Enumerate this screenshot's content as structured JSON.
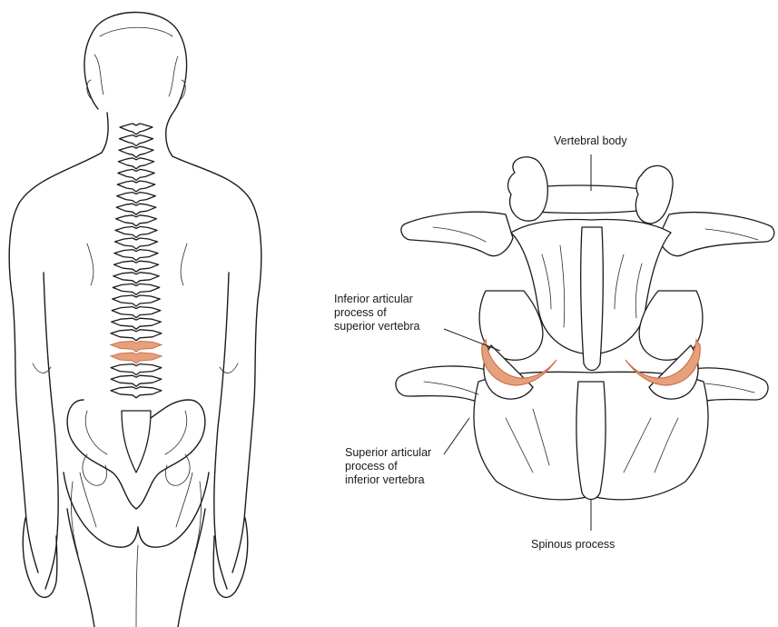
{
  "colors": {
    "highlight": "#e7a07c",
    "highlight_stroke": "#c9724c",
    "ink": "#1b1b1b",
    "background": "#ffffff"
  },
  "labels": {
    "vertebral_body": "Vertebral body",
    "inferior_process": [
      "Inferior articular",
      "process of",
      "superior vertebra"
    ],
    "superior_process": [
      "Superior articular",
      "process of",
      "inferior vertebra"
    ],
    "spinous_process": "Spinous process"
  },
  "figures": {
    "body_figure": "back-view-figure-with-spine",
    "joint_figure": "facet-joint-close-up"
  }
}
